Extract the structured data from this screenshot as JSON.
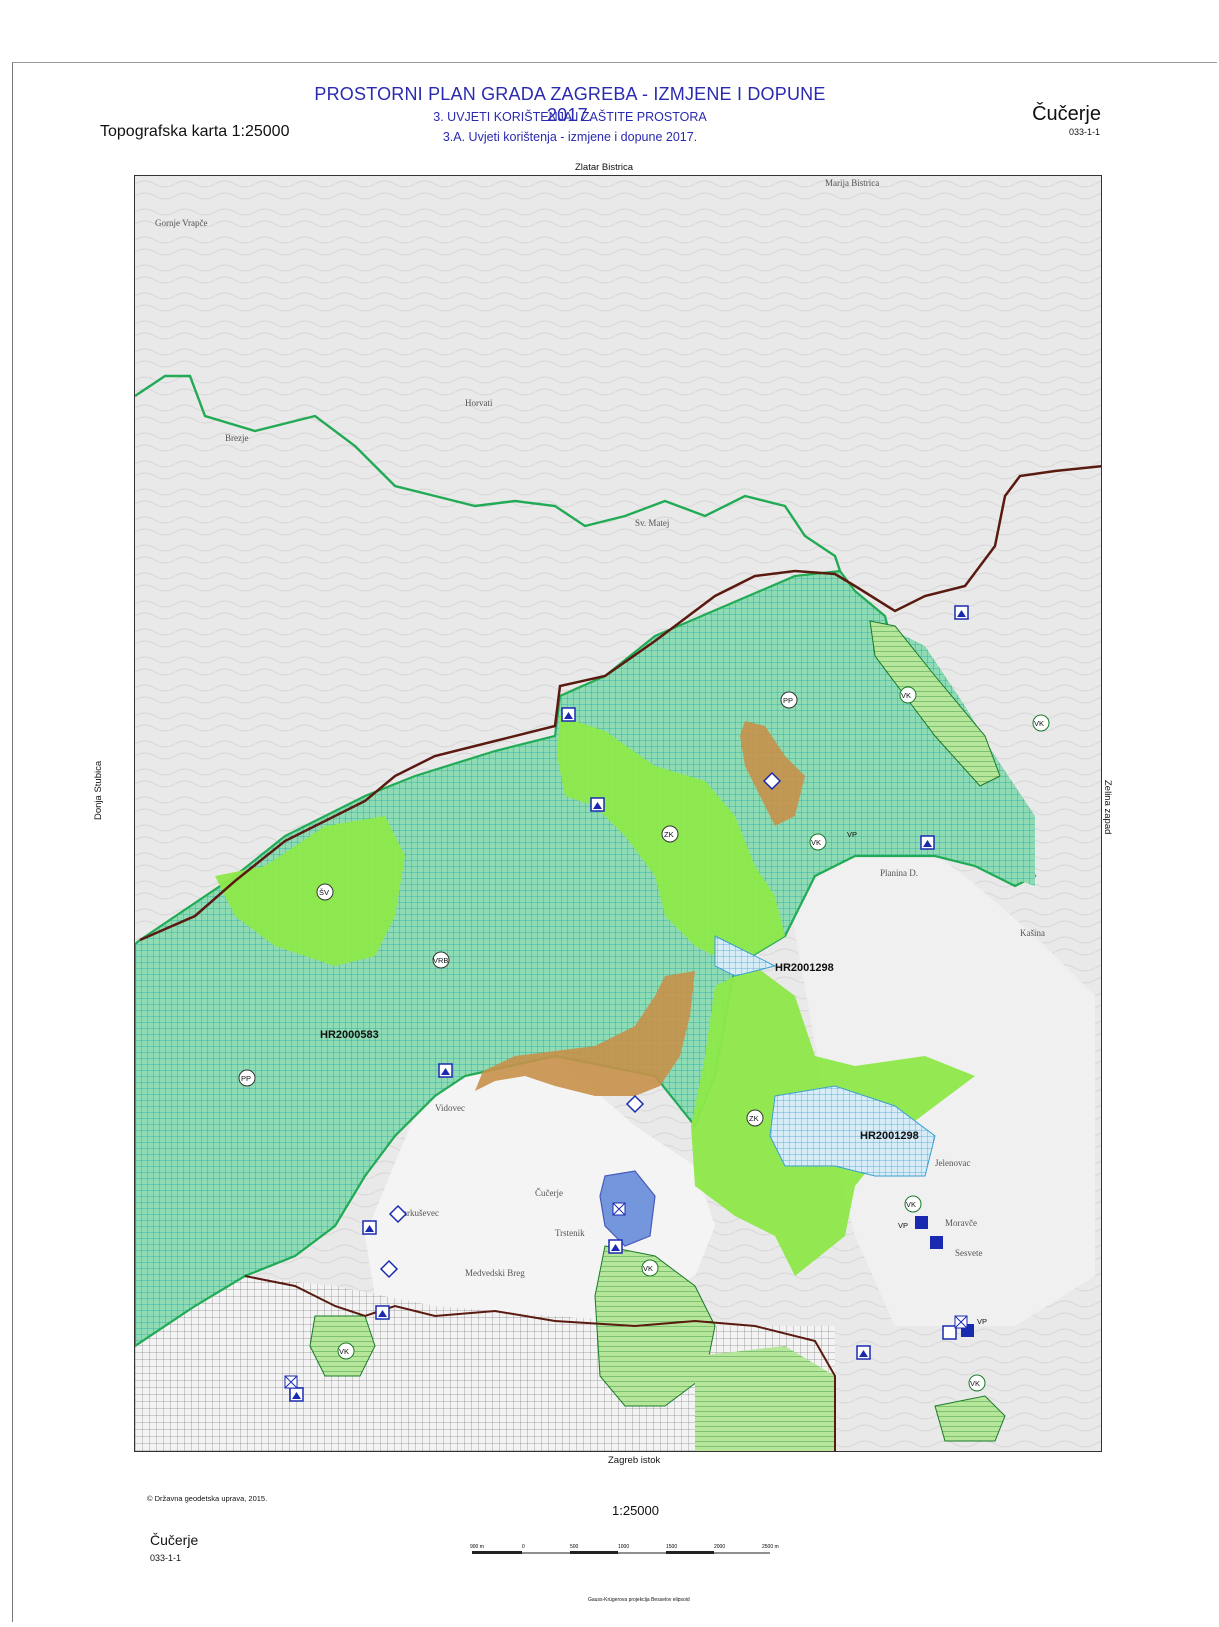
{
  "header": {
    "title": "PROSTORNI PLAN GRADA ZAGREBA - IZMJENE I DOPUNE 2017.",
    "subtitle_1": "3. UVJETI KORIŠTENJA I ZAŠTITE PROSTORA",
    "subtitle_2": "3.A. Uvjeti korištenja - izmjene i dopune 2017.",
    "map_type": "Topografska karta 1:25000",
    "sheet_name": "Čučerje",
    "sheet_code": "033-1-1"
  },
  "edges": {
    "north": "Zlatar Bistrica",
    "south": "Zagreb istok",
    "west": "Donja Stubica",
    "east": "Zelina zapad"
  },
  "zones": {
    "natura_codes": [
      "HR2000583",
      "HR2001298",
      "HR2001298"
    ],
    "symbols": [
      "ŠV",
      "VRB",
      "PP",
      "ZK",
      "ZK",
      "PP",
      "VK",
      "VK",
      "VP",
      "VK",
      "VK",
      "VP",
      "VK",
      "VP",
      "VK",
      "VK"
    ]
  },
  "place_names": [
    "Vidovec",
    "Gornje Vrapče",
    "Brezje",
    "Marija Bistrica",
    "Planina D.",
    "Kašina",
    "Sesvete",
    "Čučerje",
    "Markuševec",
    "Medvedski Breg",
    "Trstenik",
    "Jelenovac",
    "Horvati",
    "Sv. Matej",
    "Moravče"
  ],
  "footer": {
    "copyright": "© Državna geodetska uprava, 2015.",
    "scale": "1:25000",
    "sheet_name": "Čučerje",
    "sheet_code": "033-1-1",
    "scale_ticks": [
      "900 m",
      "0",
      "500",
      "1000",
      "1500",
      "2000",
      "2500 m"
    ],
    "projection": "Gauss-Krügerova projekcija   Besselov elipsoid"
  },
  "colors": {
    "title": "#2a2ab0",
    "park_hatch": "#1aa8b0",
    "park_fill": "#7ed8a8",
    "green_zone": "#8ee84a",
    "green_boundary": "#22aa55",
    "city_boundary": "#5a1a10",
    "orange_zone": "#c8904a",
    "blue_zone": "#3a6ad0",
    "topo_bg": "#ebebeb"
  },
  "icons": [
    "mountain-hut-icon",
    "diamond-marker-icon",
    "settlement-square-icon"
  ]
}
